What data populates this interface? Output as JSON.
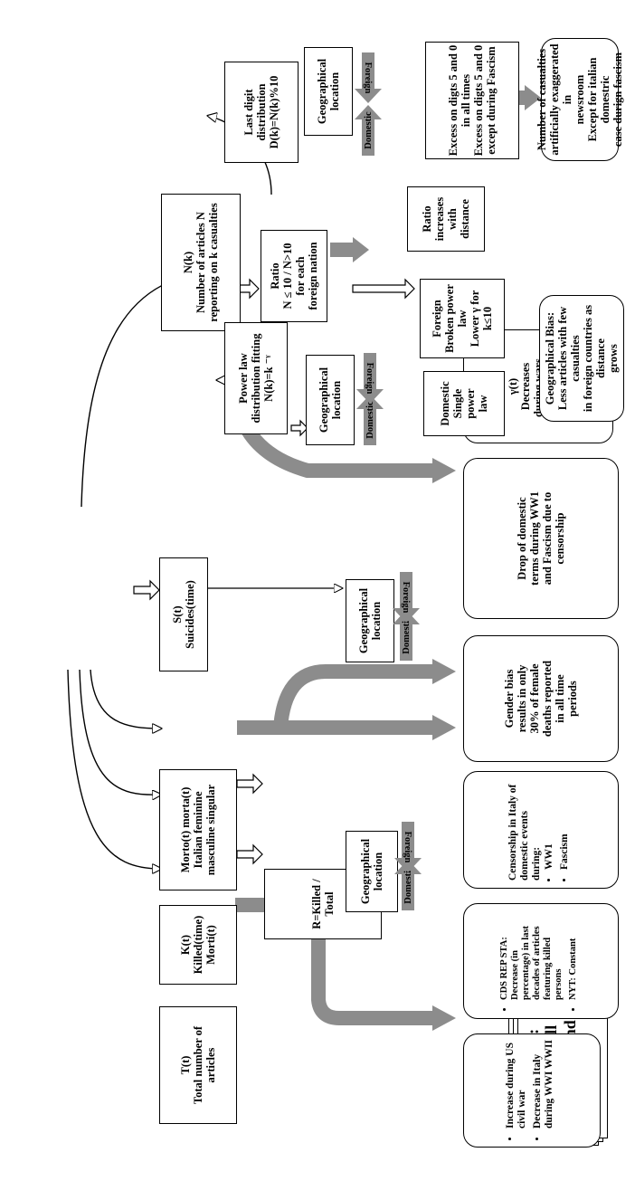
{
  "root": {
    "title": "ROOT Trees:\nData sets of all\nnewspapers and\nlemmas"
  },
  "nodes": {
    "total_articles": "T(t)\nTotal number of\narticles",
    "killed": "K(t)\nKilled(time)\nMorti(t)",
    "morto": "Morto(t)  morta(t)\nItalian feminine\nmasculine singular",
    "suicides": "S(t)\nSuicides(time)",
    "nk": "N(k)\nNumber of articles N\nreporting on k casualties",
    "ratio_killed": "R=Killed / Total",
    "power_law": "Power law\ndistribution fitting\nN(k)=k ⁻ᵞ",
    "ratio_n": "Ratio\nN ≤ 10 / N>10\nfor each\nforeign nation",
    "last_digit": "Last digit\ndistribution\nD(k)=N(k)%10"
  },
  "geo": {
    "label": "Geographical\nlocation",
    "domestic": "Domestic",
    "foreign": "Foreign"
  },
  "results": {
    "gender_bias": "Gender bias\nresults in only\n30% of female\ndeaths reported\nin all time\nperiods",
    "drop_domestic": "Drop of domestic\nterms during WW1\nand  Fascism due to\ncensorship",
    "gamma": "γ(t)\nDecreases\nduring wars,\nincreases in\npeacetime",
    "ratio_increases": "Ratio increases\nwith distance",
    "domestic_single": "Domestic\nSingle power\nlaw",
    "foreign_broken": "Foreign\nBroken power\nlaw\nLower γ for\nk≤10",
    "geo_bias": "Geographical Bias:\nLess articles with few casualties\nin foreign countries as distance\ngrows",
    "excess_digits": "Excess on digts 5 and 0\nin all times\nExcess on digts 5 and 0\nexcept during Fascism",
    "casualties_exaggerated": "Number of casualties\nartificially exaggerated in\nnewsroom\nExcept for italian domestric\ncase durign fascism"
  },
  "bullets": {
    "increase_decrease": [
      "Increase during US civil war",
      "Decrease in Italy during WWI WWII"
    ],
    "cds": [
      "CDS REP STA: Decrease (in percentage) in last decades of articles featuring killed persons",
      "NYT: Constant"
    ],
    "censorship": {
      "intro": "Censorship  in Italy of domestic events during:",
      "items": [
        "WW1",
        "Fascism"
      ]
    }
  },
  "colors": {
    "gray_arrow": "#8c8c8c",
    "line": "#000000",
    "white_arrow": "#ffffff"
  }
}
